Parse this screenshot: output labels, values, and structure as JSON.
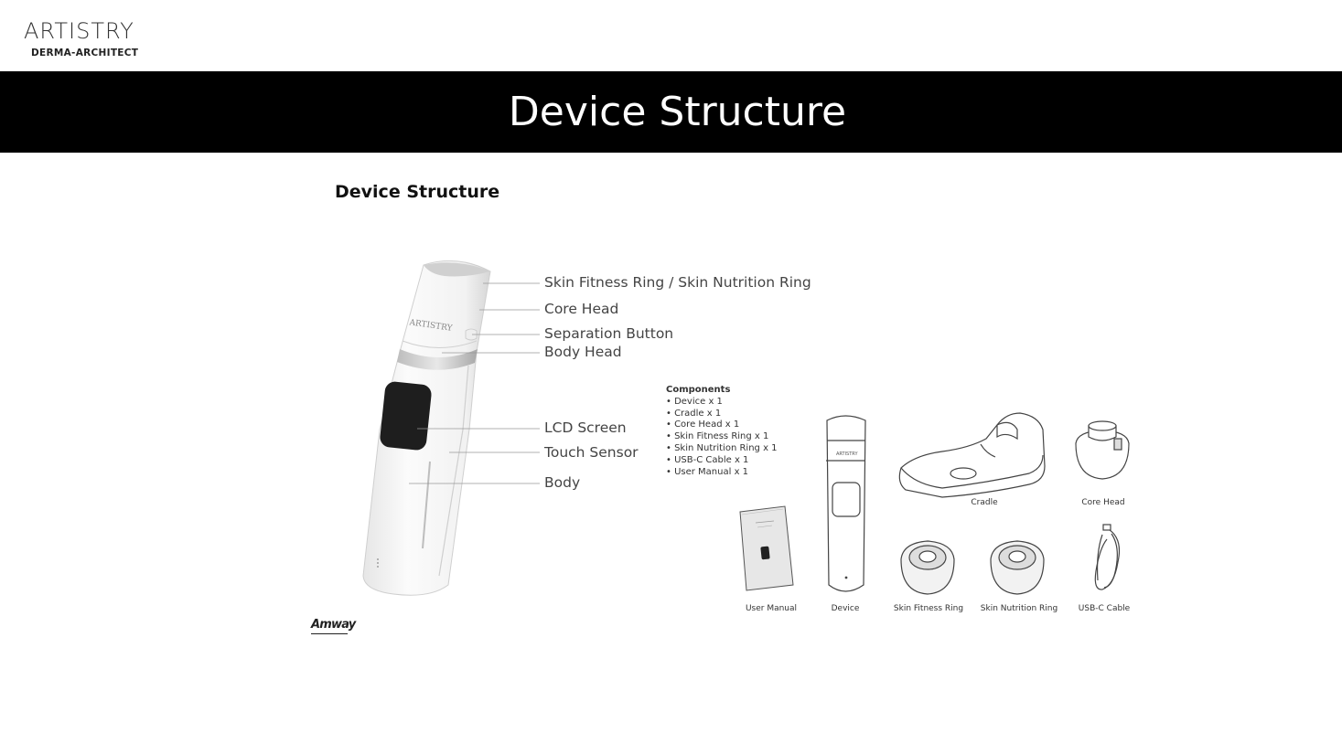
{
  "brand": {
    "name": "ARTISTRY",
    "sub": "DERMA-ARCHITECT"
  },
  "banner": {
    "title": "Device Structure"
  },
  "section": {
    "heading": "Device Structure"
  },
  "device_imprint": "ARTISTRY",
  "callouts": [
    "Skin Fitness Ring / Skin Nutrition Ring",
    "Core Head",
    "Separation Button",
    "Body Head",
    "LCD Screen",
    "Touch Sensor",
    "Body"
  ],
  "components": {
    "title": "Components",
    "items": [
      "• Device x 1",
      "• Cradle x 1",
      "• Core Head  x 1",
      "• Skin Fitness Ring  x 1",
      "• Skin Nutrition Ring x 1",
      "• USB-C Cable x 1",
      "• User Manual x 1"
    ]
  },
  "captions": {
    "cradle": "Cradle",
    "core_head": "Core Head",
    "user_manual": "User Manual",
    "device": "Device",
    "skin_fitness_ring": "Skin Fitness Ring",
    "skin_nutrition_ring": "Skin Nutrition Ring",
    "usb_c_cable": "USB-C Cable"
  },
  "footer_logo": "Amway"
}
